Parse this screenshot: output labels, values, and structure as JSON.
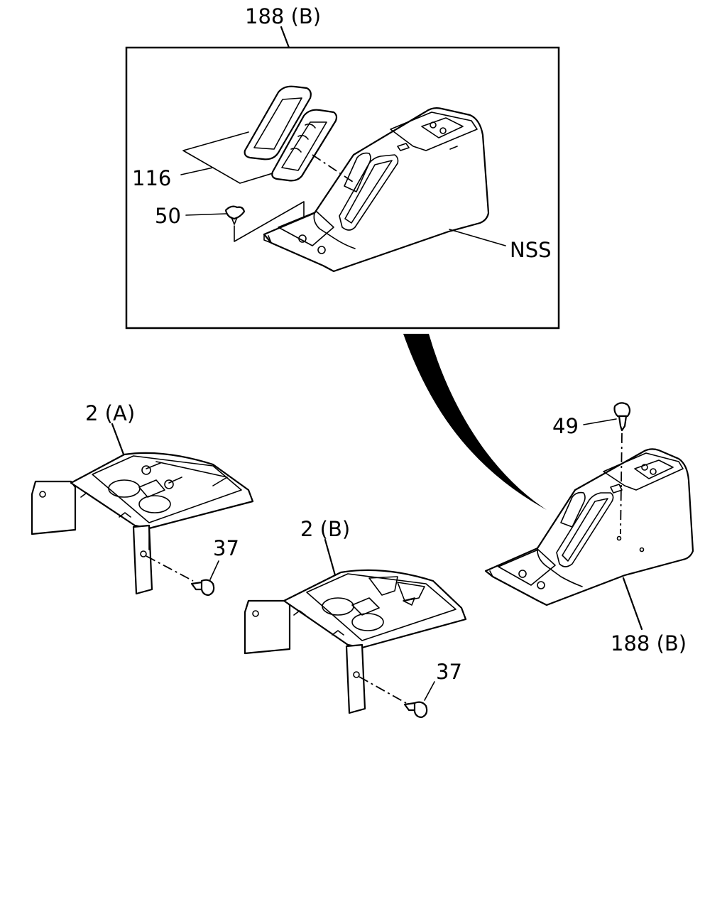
{
  "labels": {
    "top_assembly": "188 (B)",
    "part_116": "116",
    "part_50": "50",
    "part_nss": "NSS",
    "part_2a": "2 (A)",
    "part_2b": "2 (B)",
    "part_37_a": "37",
    "part_37_b": "37",
    "part_49": "49",
    "assembly_188b": "188 (B)"
  }
}
